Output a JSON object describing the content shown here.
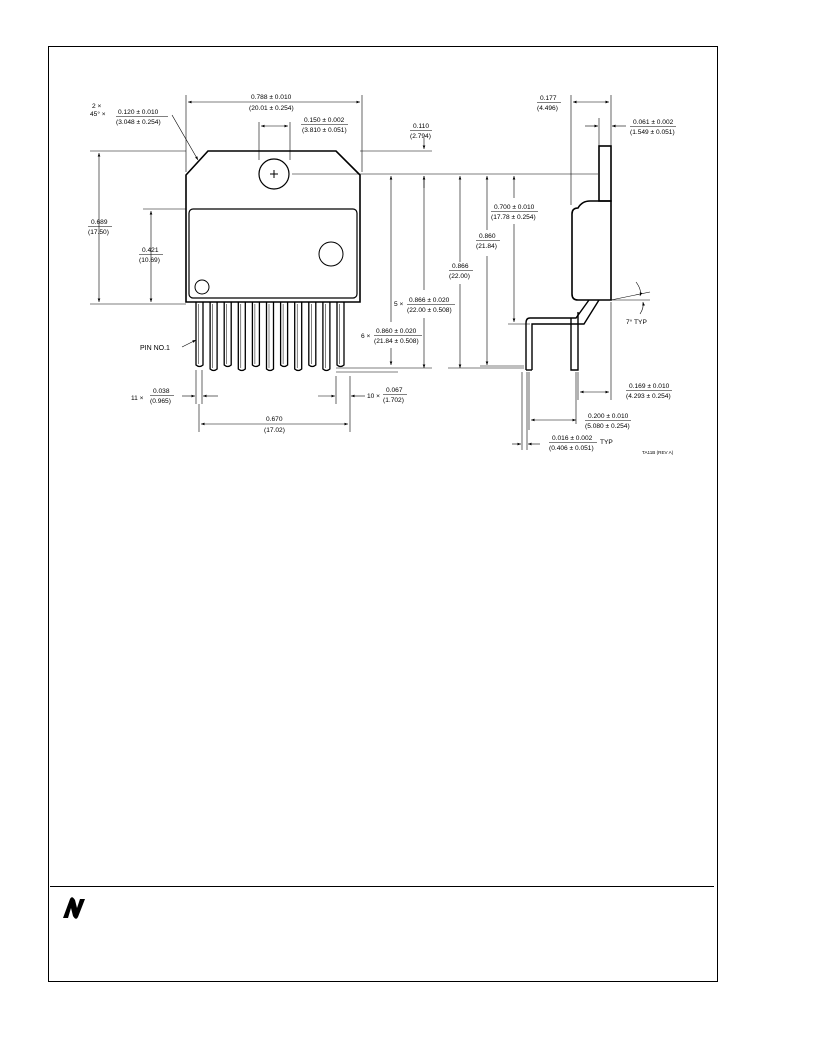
{
  "drawing": {
    "front_view": {
      "chamfer": {
        "count": "2 ×",
        "angle": "45° ×",
        "inch": "0.120 ± 0.010",
        "mm": "(3.048 ± 0.254)"
      },
      "overall_width": {
        "inch": "0.788 ± 0.010",
        "mm": "(20.01 ± 0.254)"
      },
      "hole_offset": {
        "inch": "0.150 ± 0.002",
        "mm": "(3.810 ± 0.051)"
      },
      "hole_to_top": {
        "inch": "0.110",
        "mm": "(2.794)"
      },
      "body_height": {
        "inch": "0.689",
        "mm": "(17.50)"
      },
      "body_window_height": {
        "inch": "0.421",
        "mm": "(10.69)"
      },
      "odd_pin_length": {
        "count": "5 ×",
        "inch": "0.866 ± 0.020",
        "mm": "(22.00 ± 0.508)"
      },
      "even_pin_length": {
        "count": "6 ×",
        "inch": "0.860 ± 0.020",
        "mm": "(21.84 ± 0.508)"
      },
      "pin1_label": "PIN NO.1",
      "pin_width": {
        "count": "11 ×",
        "inch": "0.038",
        "mm": "(0.965)"
      },
      "pin_pitch": {
        "count": "10 ×",
        "inch": "0.067",
        "mm": "(1.702)"
      },
      "pin_span": {
        "inch": "0.670",
        "mm": "(17.02)"
      }
    },
    "side_view": {
      "tab_offset": {
        "inch": "0.177",
        "mm": "(4.496)"
      },
      "tab_thickness": {
        "inch": "0.061 ± 0.002",
        "mm": "(1.549 ± 0.051)"
      },
      "hole_to_bend": {
        "inch": "0.700 ± 0.010",
        "mm": "(17.78 ± 0.254)"
      },
      "hole_to_lead_a": {
        "inch": "0.860",
        "mm": "(21.84)"
      },
      "hole_to_lead_b": {
        "inch": "0.866",
        "mm": "(22.00)"
      },
      "bend_angle": "7° TYP",
      "lead_to_tab": {
        "inch": "0.169 ± 0.010",
        "mm": "(4.293 ± 0.254)"
      },
      "lead_row_spacing": {
        "inch": "0.200 ± 0.010",
        "mm": "(5.080 ± 0.254)"
      },
      "lead_thickness": {
        "inch": "0.016 ± 0.002",
        "mm": "(0.406 ± 0.051)",
        "suffix": "TYP"
      }
    },
    "drawing_number": "TA11B (REV A)"
  }
}
